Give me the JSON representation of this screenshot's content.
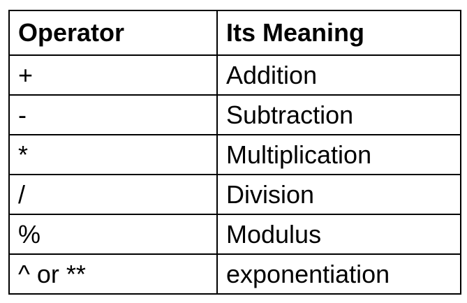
{
  "table": {
    "headers": [
      "Operator",
      "Its Meaning"
    ],
    "rows": [
      {
        "operator": "+",
        "meaning": "Addition"
      },
      {
        "operator": "-",
        "meaning": "Subtraction"
      },
      {
        "operator": "*",
        "meaning": "Multiplication"
      },
      {
        "operator": "/",
        "meaning": "Division"
      },
      {
        "operator": "%",
        "meaning": "Modulus"
      },
      {
        "operator": "^ or **",
        "meaning": "exponentiation"
      }
    ]
  },
  "colors": {
    "text": "#000000",
    "border": "#000000",
    "background": "#ffffff"
  }
}
